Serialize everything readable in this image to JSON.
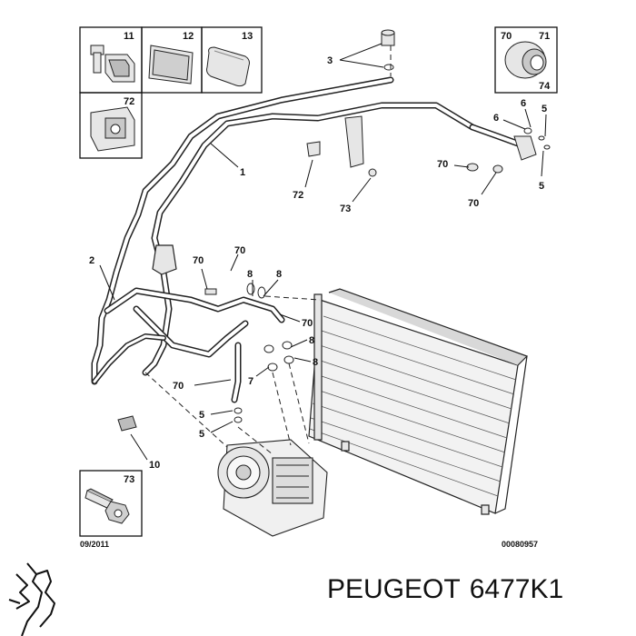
{
  "callouts": {
    "c1": "1",
    "c2": "2",
    "c3": "3",
    "c5a": "5",
    "c5b": "5",
    "c5c": "5",
    "c5d": "5",
    "c6a": "6",
    "c6b": "6",
    "c7": "7",
    "c8a": "8",
    "c8b": "8",
    "c8c": "8",
    "c8d": "8",
    "c10": "10",
    "c70a": "70",
    "c70b": "70",
    "c70c": "70",
    "c70d": "70",
    "c70e": "70",
    "c70f": "70",
    "c72": "72",
    "c73": "73"
  },
  "inset_boxes": {
    "b11": "11",
    "b12": "12",
    "b13": "13",
    "b72": "72",
    "b70": "70",
    "b71": "71",
    "b74": "74",
    "b73": "73"
  },
  "date_code": "09/2011",
  "drawing_ref": "00080957",
  "part": {
    "brand": "PEUGEOT",
    "number": "6477K1"
  },
  "icons": [
    "peugeot-lion-logo-icon"
  ],
  "colors": {
    "line": "#111111",
    "background": "#ffffff",
    "part_fill": "#e6e6e6"
  }
}
